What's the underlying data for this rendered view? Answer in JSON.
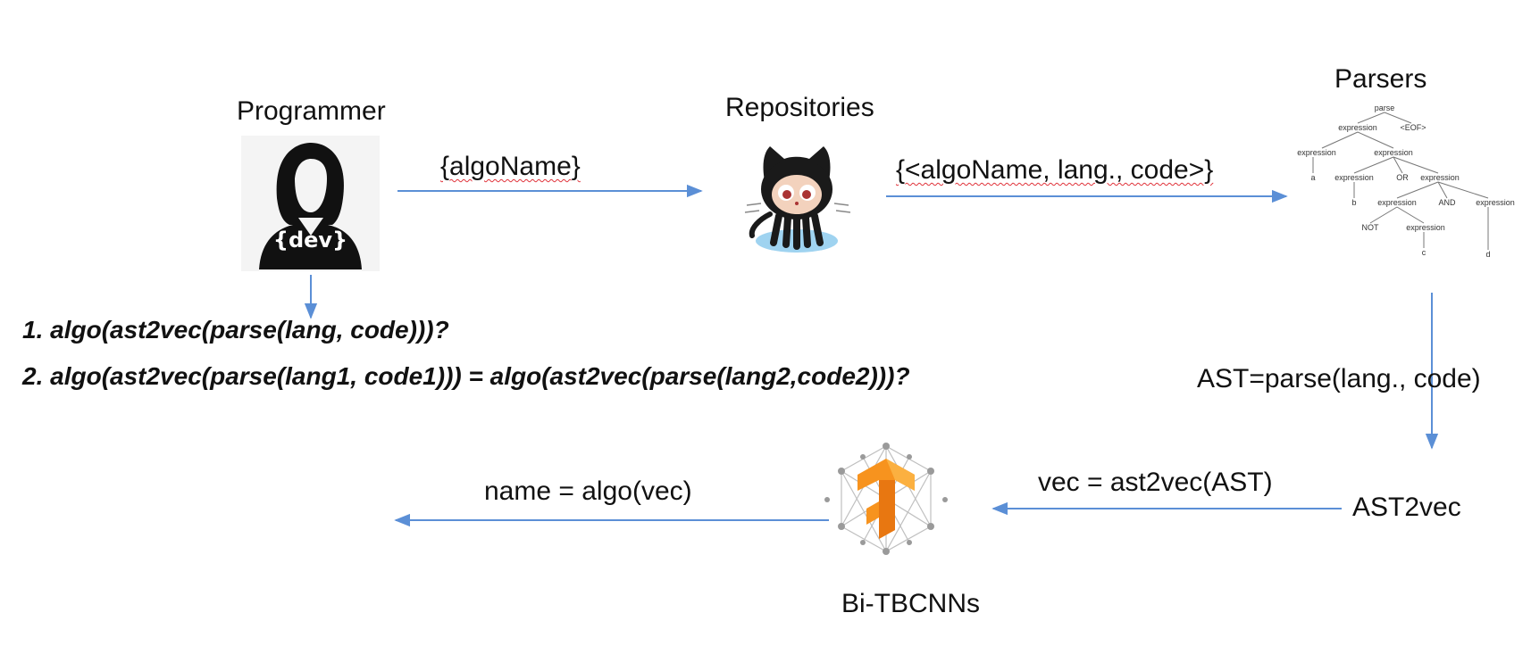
{
  "nodes": {
    "programmer": "Programmer",
    "repositories": "Repositories",
    "parsers": "Parsers",
    "ast2vec": "AST2vec",
    "bitbcnns": "Bi-TBCNNs"
  },
  "icons": {
    "dev_badge": "{dev}"
  },
  "edges": {
    "algo_name": "{algoName}",
    "triple": "{<algoName, lang., code>}",
    "ast_parse": "AST=parse(lang., code)",
    "vec": "vec = ast2vec(AST)",
    "name": "name = algo(vec)"
  },
  "questions": {
    "q1": "1. algo(ast2vec(parse(lang, code)))?",
    "q2": "2. algo(ast2vec(parse(lang1, code1))) = algo(ast2vec(parse(lang2,code2)))?"
  },
  "parse_tree": {
    "root": "parse",
    "expression": "expression",
    "eof": "<EOF>",
    "a": "a",
    "b": "b",
    "c": "c",
    "d": "d",
    "or": "OR",
    "and": "AND",
    "not": "NOT"
  },
  "colors": {
    "arrow": "#5b8fd6",
    "squiggle": "#e0323a",
    "tensorflow_orange": "#f7931e"
  }
}
